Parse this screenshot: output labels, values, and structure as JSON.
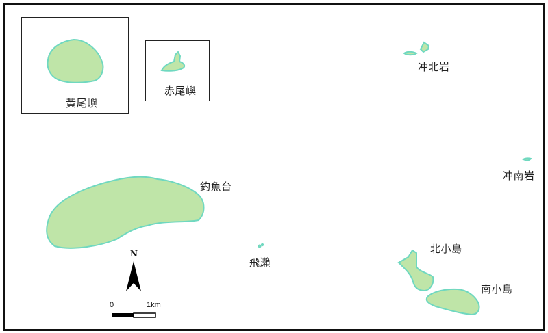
{
  "map": {
    "colors": {
      "land_fill": "#bfe5a8",
      "coast_stroke": "#6fd8c0",
      "frame": "#111111",
      "background": "#ffffff"
    },
    "islands": [
      {
        "id": "huangwei",
        "label": "黃尾嶼",
        "inset": true
      },
      {
        "id": "chiwei",
        "label": "赤尾嶼",
        "inset": true
      },
      {
        "id": "chongbei",
        "label": "冲北岩"
      },
      {
        "id": "chongnan",
        "label": "冲南岩"
      },
      {
        "id": "diaoyutai",
        "label": "釣魚台"
      },
      {
        "id": "feilai",
        "label": "飛瀨"
      },
      {
        "id": "beixiao",
        "label": "北小島"
      },
      {
        "id": "nanxiao",
        "label": "南小島"
      }
    ],
    "north_arrow": {
      "label": "N"
    },
    "scale_bar": {
      "start_label": "0",
      "end_label": "1km"
    }
  }
}
